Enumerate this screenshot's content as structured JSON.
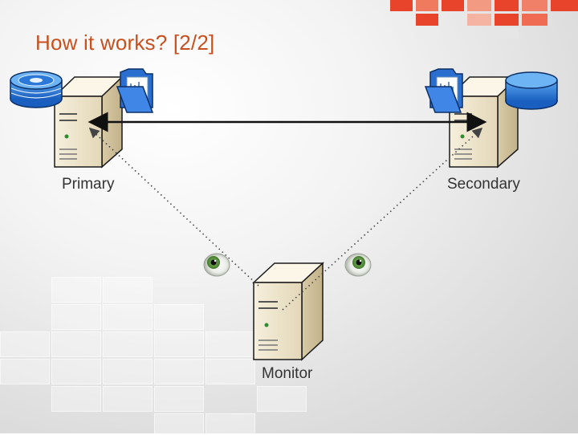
{
  "slide": {
    "title": "How it works? [2/2]"
  },
  "nodes": {
    "primary": {
      "label": "Primary",
      "attachments": [
        "database-stack-icon",
        "folder-icon"
      ]
    },
    "secondary": {
      "label": "Secondary",
      "attachments": [
        "folder-icon",
        "database-icon"
      ]
    },
    "monitor": {
      "label": "Monitor"
    }
  },
  "connections": [
    {
      "from": "primary",
      "to": "secondary",
      "style": "solid",
      "arrows": "both"
    },
    {
      "from": "monitor",
      "to": "primary",
      "style": "dotted",
      "arrows": "end"
    },
    {
      "from": "monitor",
      "to": "secondary",
      "style": "dotted",
      "arrows": "end"
    }
  ],
  "colors": {
    "title": "#c8501e",
    "accent_red": "#e8442c",
    "database_blue": "#1e73d6",
    "server_beige": "#efe6cf"
  }
}
